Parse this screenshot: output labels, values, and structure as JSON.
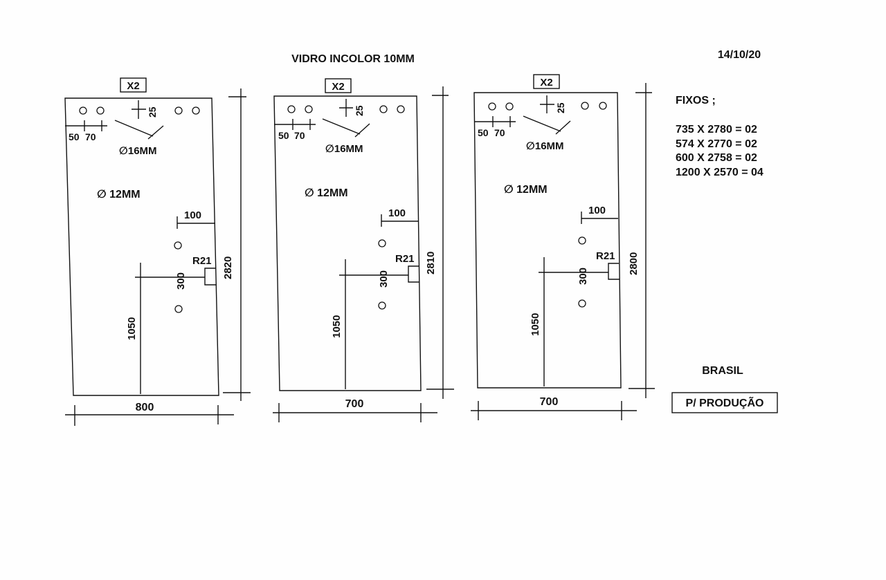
{
  "title": "VIDRO INCOLOR 10MM",
  "date": "14/10/20",
  "panels": [
    {
      "quantity_label": "X2",
      "width_label": "800",
      "height_label": "2820",
      "hole_spacing_labels": [
        "50",
        "70"
      ],
      "top_offset_label": "25",
      "big_hole_label": "∅16MM",
      "small_hole_label": "∅ 12MM",
      "edge_offset_label": "100",
      "handle_spacing_label": "300",
      "radius_label": "R21",
      "handle_height_label": "1050"
    },
    {
      "quantity_label": "X2",
      "width_label": "700",
      "height_label": "2810",
      "hole_spacing_labels": [
        "50",
        "70"
      ],
      "top_offset_label": "25",
      "big_hole_label": "∅16MM",
      "small_hole_label": "∅ 12MM",
      "edge_offset_label": "100",
      "handle_spacing_label": "300",
      "radius_label": "R21",
      "handle_height_label": "1050"
    },
    {
      "quantity_label": "X2",
      "width_label": "700",
      "height_label": "2800",
      "hole_spacing_labels": [
        "50",
        "70"
      ],
      "top_offset_label": "25",
      "big_hole_label": "∅16MM",
      "small_hole_label": "∅ 12MM",
      "edge_offset_label": "100",
      "handle_spacing_label": "300",
      "radius_label": "R21",
      "handle_height_label": "1050"
    }
  ],
  "fixos": {
    "heading": "FIXOS ;",
    "items": [
      "735 X 2780 = 02",
      "574 X 2770 = 02",
      "600 X 2758 = 02",
      "1200 X 2570 = 04"
    ]
  },
  "country": "BRASIL",
  "stamp": "P/ PRODUÇÃO"
}
